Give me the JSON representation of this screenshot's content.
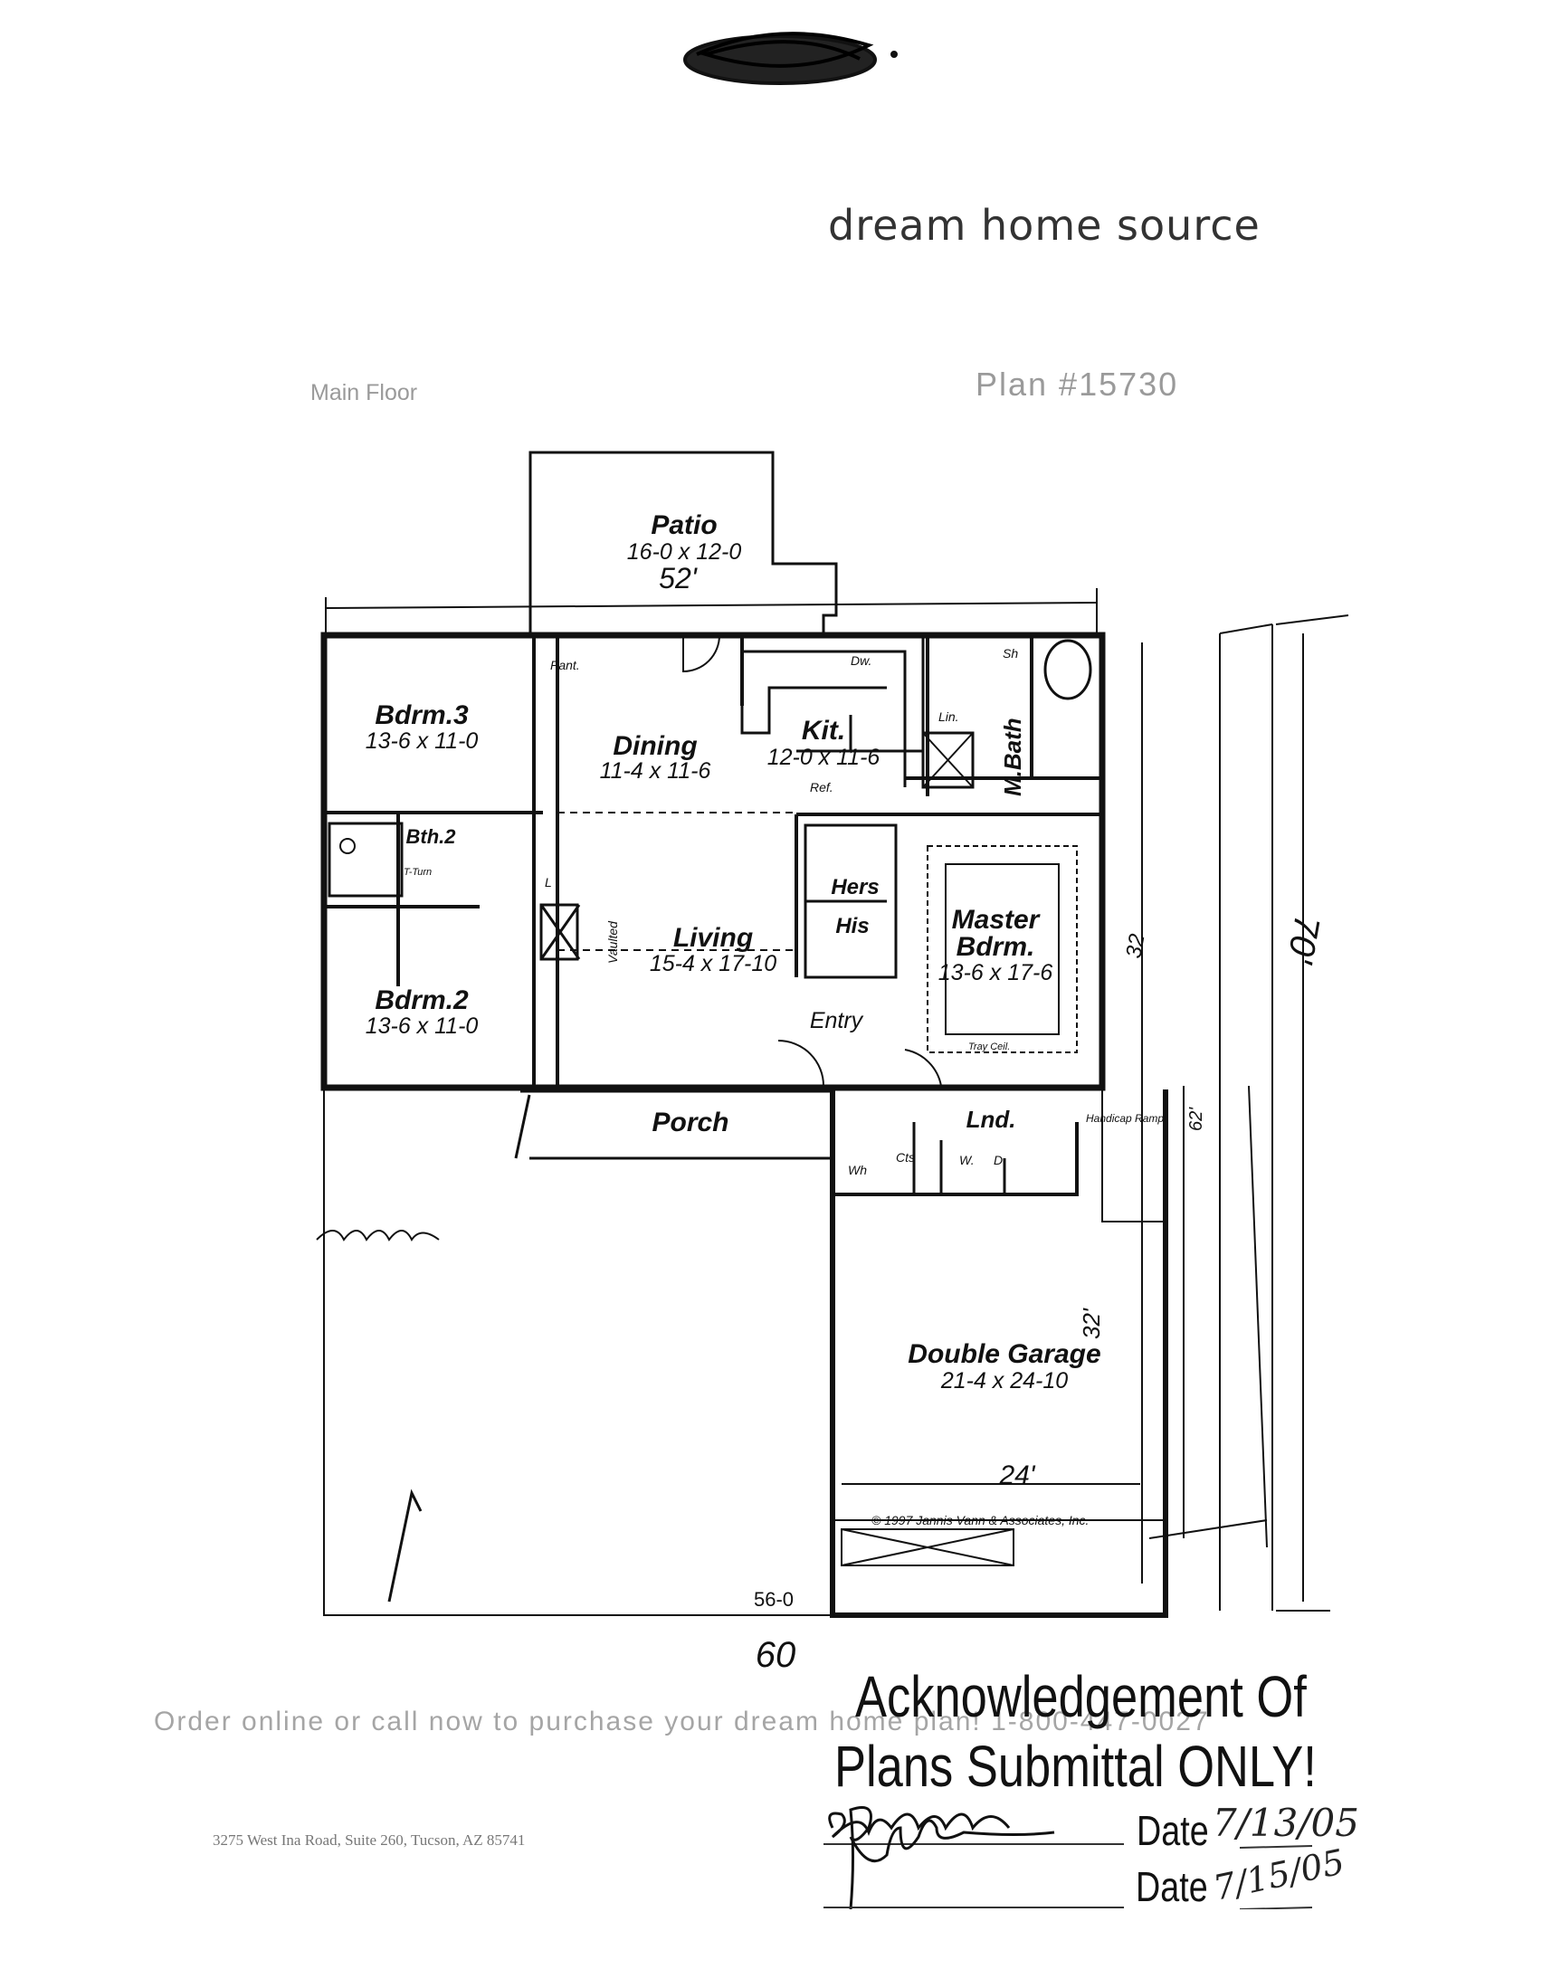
{
  "header": {
    "brand": "dream home source",
    "floor_label": "Main Floor",
    "plan_number": "Plan #15730"
  },
  "rooms": {
    "patio": {
      "name": "Patio",
      "size": "16-0 x 12-0"
    },
    "bdrm3": {
      "name": "Bdrm.3",
      "size": "13-6 x 11-0"
    },
    "dining": {
      "name": "Dining",
      "size": "11-4 x 11-6"
    },
    "kit": {
      "name": "Kit.",
      "size": "12-0 x 11-6"
    },
    "mbath": {
      "name": "M.Bath"
    },
    "bth2": {
      "name": "Bth.2"
    },
    "hers": {
      "name": "Hers"
    },
    "his": {
      "name": "His"
    },
    "living": {
      "name": "Living",
      "size": "15-4 x 17-10"
    },
    "master": {
      "name": "Master",
      "name2": "Bdrm.",
      "size": "13-6 x 17-6"
    },
    "bdrm2": {
      "name": "Bdrm.2",
      "size": "13-6 x 11-0"
    },
    "entry": {
      "name": "Entry"
    },
    "porch": {
      "name": "Porch"
    },
    "lnd": {
      "name": "Lnd."
    },
    "garage": {
      "name": "Double Garage",
      "size": "21-4 x 24-10"
    }
  },
  "labels": {
    "pant": "Pant.",
    "dw": "Dw.",
    "lin": "Lin.",
    "sh": "Sh",
    "ref": "Ref.",
    "tturn": "T-Turn",
    "l": "L",
    "vaulted": "Vaulted",
    "tray": "Tray Ceil.",
    "cts": "Cts",
    "w": "W.",
    "d": "D.",
    "wh": "Wh",
    "ramp": "Handicap Ramp",
    "width_dim": "56-0",
    "copyright": "© 1997  Jannis Vann & Associates, Inc."
  },
  "handwritten": {
    "top_width": "52'",
    "bottom_width": "60",
    "depth": "70'",
    "garage_width": "24'",
    "side": "62'",
    "garage_depth": "32'",
    "setback": "32"
  },
  "footer": {
    "order_text": "Order online or call now to purchase your dream home plan! 1-800-447-0027",
    "address": "3275 West Ina Road, Suite 260, Tucson, AZ 85741"
  },
  "stamp": {
    "line1": "Acknowledgement Of",
    "line2": "Plans Submittal ONLY!",
    "date_label": "Date",
    "date1": "7/13/05",
    "date2": "7/15/05"
  }
}
